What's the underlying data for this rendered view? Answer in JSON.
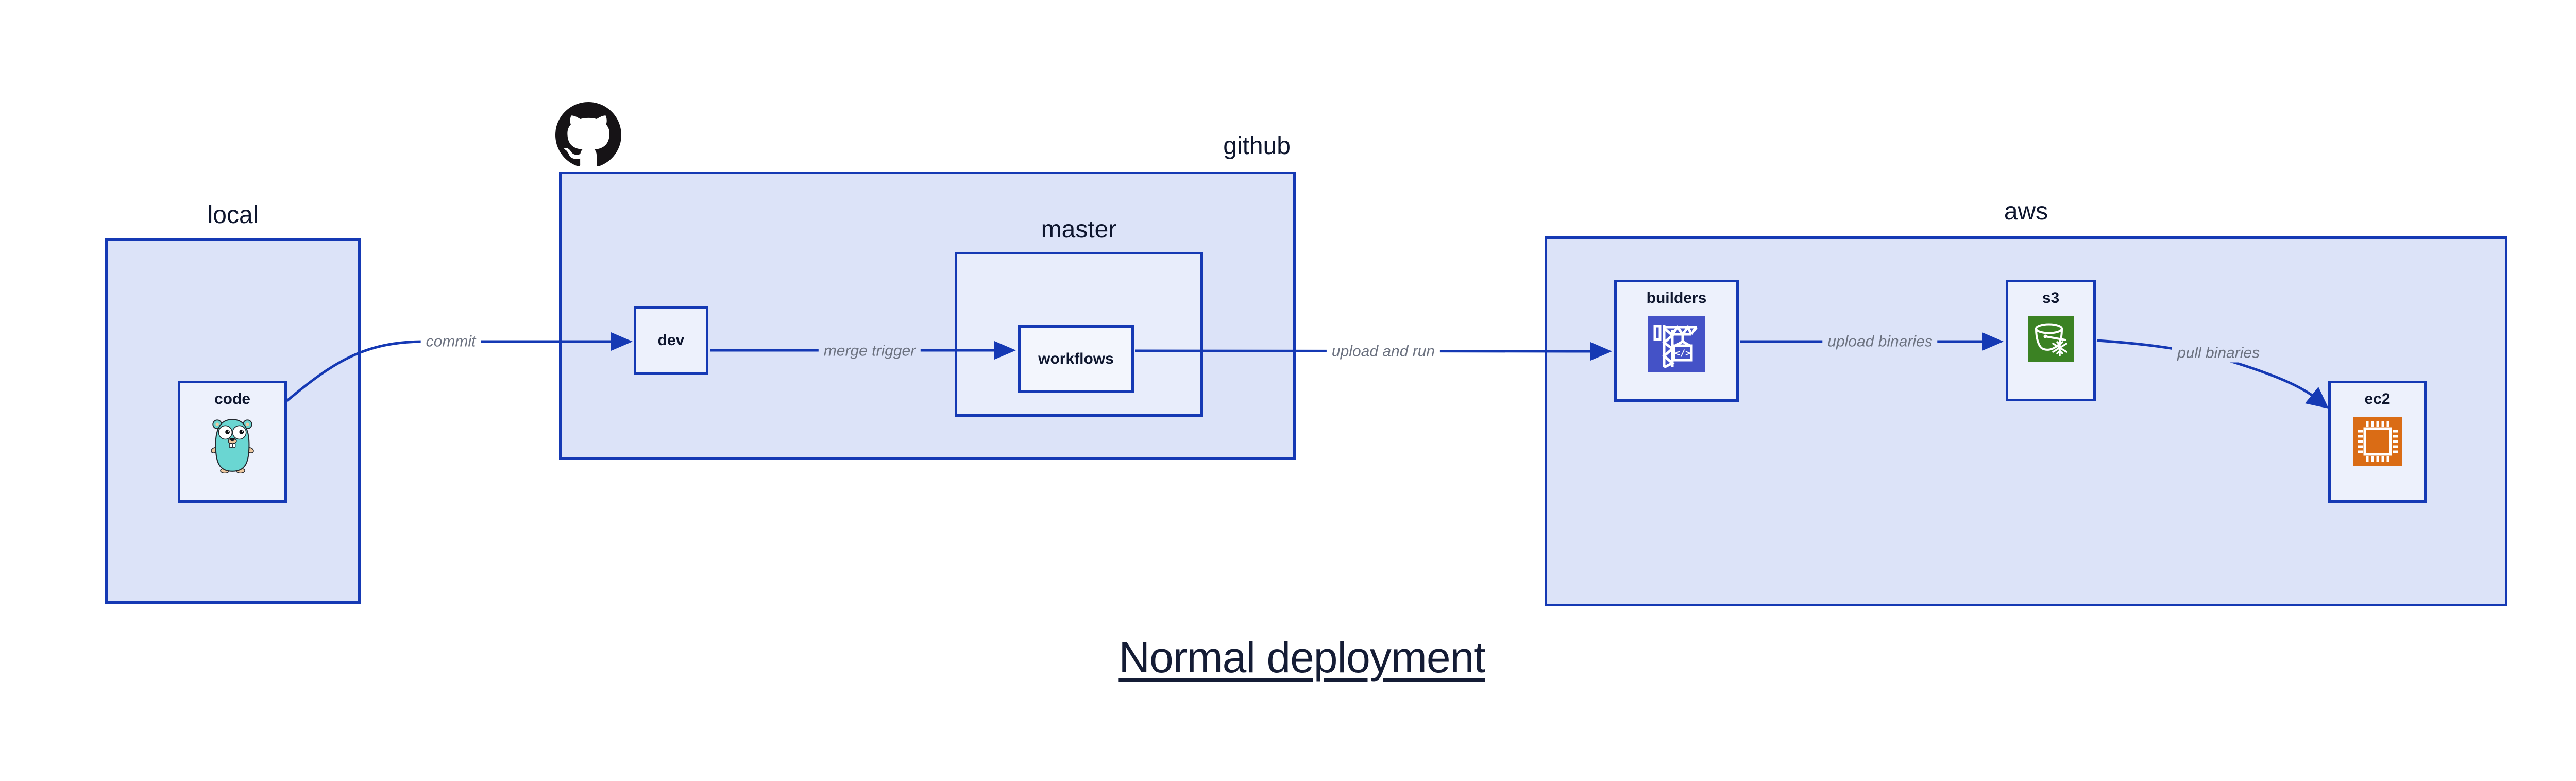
{
  "title": {
    "text": "Normal deployment"
  },
  "colors": {
    "accent_blue": "#1539b4",
    "group_fill": "#dce3f8",
    "master_fill": "#e8edfb",
    "node_fill": "#edf1fc",
    "edge_label_gray": "#6c7280",
    "text_dark": "#0e162e",
    "codebuild_purple": "#4452c7",
    "s3_green": "#3b8223",
    "ec2_orange": "#da6c15",
    "octocat_black": "#161316",
    "gopher_teal": "#6ad6d2"
  },
  "groups": {
    "local": {
      "label": "local"
    },
    "github": {
      "label": "github",
      "icon": "github-octocat-icon"
    },
    "master": {
      "label": "master"
    },
    "aws": {
      "label": "aws"
    }
  },
  "nodes": {
    "code": {
      "label": "code",
      "icon": "go-gopher-icon"
    },
    "dev": {
      "label": "dev"
    },
    "workflows": {
      "label": "workflows"
    },
    "builders": {
      "label": "builders",
      "icon": "codebuild-crane-icon"
    },
    "s3": {
      "label": "s3",
      "icon": "s3-glacier-bucket-icon"
    },
    "ec2": {
      "label": "ec2",
      "icon": "ec2-chip-icon"
    }
  },
  "edges": [
    {
      "from": "code",
      "to": "dev",
      "label": "commit"
    },
    {
      "from": "dev",
      "to": "workflows",
      "label": "merge trigger"
    },
    {
      "from": "workflows",
      "to": "builders",
      "label": "upload and run"
    },
    {
      "from": "builders",
      "to": "s3",
      "label": "upload binaries"
    },
    {
      "from": "s3",
      "to": "ec2",
      "label": "pull binaries"
    }
  ]
}
